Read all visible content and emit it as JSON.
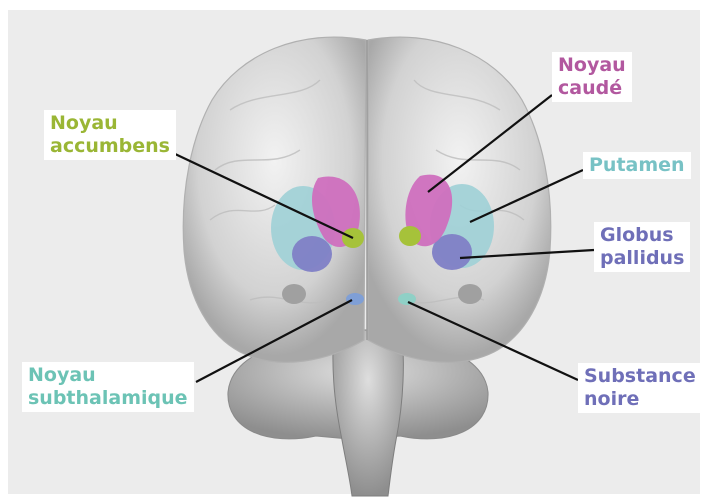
{
  "labels": {
    "noyau_accumbens": {
      "line1": "Noyau",
      "line2": "accumbens",
      "color": "#9ab635"
    },
    "noyau_caude": {
      "line1": "Noyau",
      "line2": "caudé",
      "color": "#b2589f"
    },
    "putamen": {
      "line1": "Putamen",
      "color": "#78c2c5"
    },
    "globus_pallidus": {
      "line1": "Globus",
      "line2": "pallidus",
      "color": "#6f6fb8"
    },
    "noyau_subthalamique": {
      "line1": "Noyau",
      "line2": "subthalamique",
      "color": "#6cc3b5"
    },
    "substance_noire": {
      "line1": "Substance",
      "line2": "noire",
      "color": "#6f6fb8"
    }
  },
  "colors": {
    "background": "#ececec",
    "brain": "#d4d4d4",
    "leader_line": "#111111"
  }
}
